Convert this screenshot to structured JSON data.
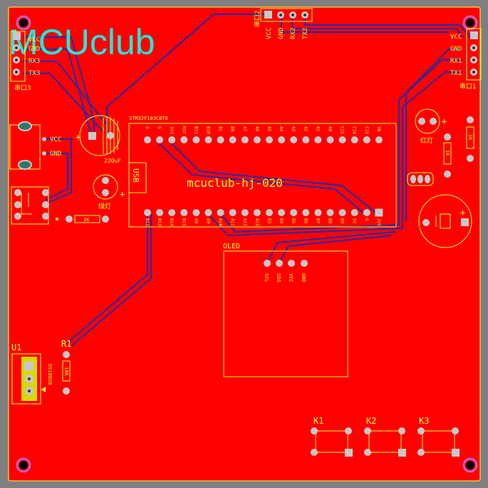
{
  "logo": {
    "text": "MCUclub"
  },
  "board": {
    "title": "mcuclub-hj-020"
  },
  "mcu": {
    "label": "STM32F103C8T6",
    "usb": "USB",
    "top_pins": [
      "G",
      "G",
      "3V3",
      "RST",
      "B11",
      "B10",
      "B1",
      "B0",
      "A7",
      "A6",
      "A5",
      "A4",
      "A3",
      "A2",
      "A1",
      "A0",
      "C15",
      "C14",
      "C13",
      "VB"
    ],
    "bottom_pins": [
      "B12",
      "B13",
      "B14",
      "B15",
      "A8",
      "A9",
      "A10",
      "A11",
      "A12",
      "A15",
      "B3",
      "B4",
      "B5",
      "B6",
      "B7",
      "B8",
      "B9",
      "5V",
      "G",
      "3V3"
    ]
  },
  "ports": {
    "uart3": {
      "name": "串口3",
      "pins": [
        "VCC",
        "GND",
        "RX3",
        "TX3"
      ]
    },
    "uart2": {
      "name": "串口2",
      "pins": [
        "VCC",
        "GND",
        "RX2",
        "TX2"
      ]
    },
    "uart1": {
      "name": "串口1",
      "pins": [
        "VCC",
        "GND",
        "RX1",
        "TX1"
      ]
    },
    "power": {
      "pins": [
        "VCC",
        "GND"
      ]
    }
  },
  "components": {
    "cap": "220uF",
    "led_green": "绿灯",
    "led_red": "红灯",
    "r_led": "1K",
    "r_red": "1K",
    "r_right": "1K",
    "r1": "R1",
    "r1_value": "10K",
    "u1": "U1",
    "u1_part": "DS18B20",
    "oled": "OLED",
    "oled_pins": [
      "SCL",
      "SDA",
      "VCC",
      "GND"
    ],
    "keys": [
      "K1",
      "K2",
      "K3"
    ]
  },
  "colors": {
    "board": "#ff0000",
    "silkscreen": "#ffff33",
    "trace": "#2a2aa0",
    "logo": "#22e8d8",
    "pad": "#c8c8c8"
  }
}
